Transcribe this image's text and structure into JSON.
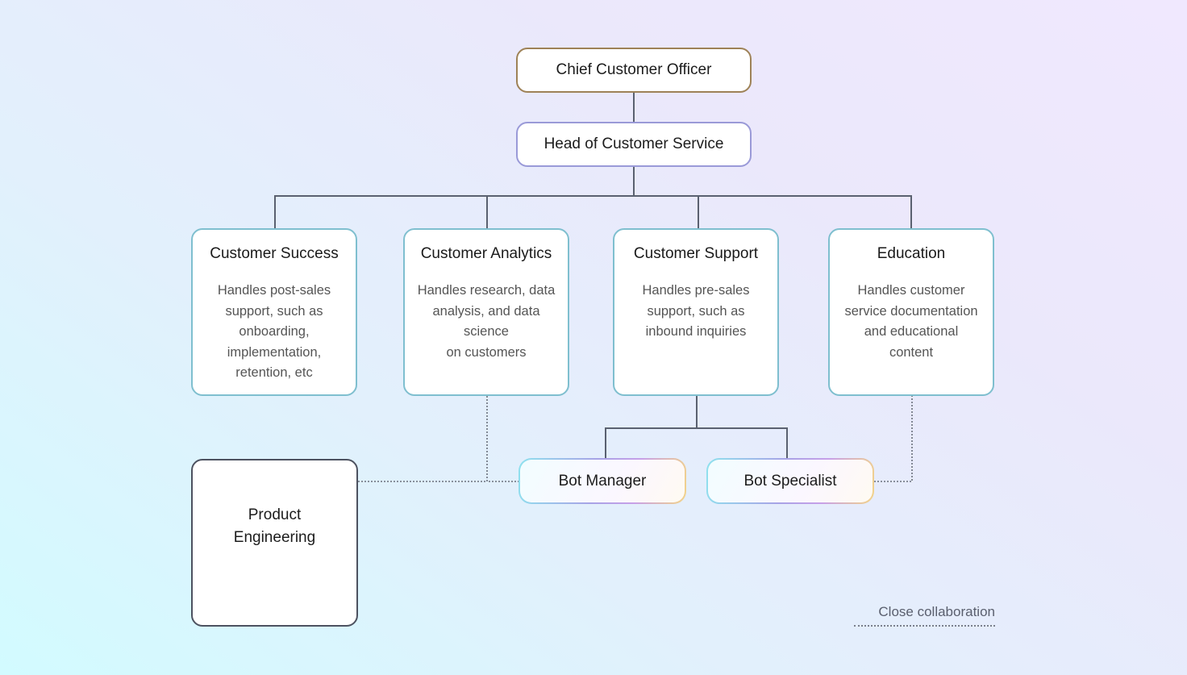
{
  "diagram": {
    "type": "org-chart",
    "colors": {
      "connector": "#5a6170",
      "ceo_border": "#9e8257",
      "head_border": "#9a9ad8",
      "dept_border": "#7fbfcf",
      "product_border": "#4d5260"
    },
    "nodes": {
      "ceo": {
        "label": "Chief Customer Officer"
      },
      "head": {
        "label": "Head of Customer Service"
      },
      "departments": [
        {
          "title": "Customer Success",
          "description": "Handles post-sales\nsupport, such as\nonboarding,\nimplementation,\nretention, etc"
        },
        {
          "title": "Customer Analytics",
          "description": "Handles research, data\nanalysis, and data\nscience\non customers"
        },
        {
          "title": "Customer Support",
          "description": "Handles pre-sales\nsupport, such as\ninbound inquiries"
        },
        {
          "title": "Education",
          "description": "Handles customer\nservice documentation\nand educational\ncontent"
        }
      ],
      "bots": [
        {
          "label": "Bot Manager"
        },
        {
          "label": "Bot Specialist"
        }
      ],
      "product": {
        "label": "Product\nEngineering"
      }
    },
    "edges": [
      {
        "from": "Chief Customer Officer",
        "to": "Head of Customer Service",
        "style": "solid"
      },
      {
        "from": "Head of Customer Service",
        "to": "Customer Success",
        "style": "solid"
      },
      {
        "from": "Head of Customer Service",
        "to": "Customer Analytics",
        "style": "solid"
      },
      {
        "from": "Head of Customer Service",
        "to": "Customer Support",
        "style": "solid"
      },
      {
        "from": "Head of Customer Service",
        "to": "Education",
        "style": "solid"
      },
      {
        "from": "Customer Support",
        "to": "Bot Manager",
        "style": "solid"
      },
      {
        "from": "Customer Support",
        "to": "Bot Specialist",
        "style": "solid"
      },
      {
        "from": "Customer Analytics",
        "to": "Bot Manager",
        "style": "dotted"
      },
      {
        "from": "Product Engineering",
        "to": "Bot Manager",
        "style": "dotted"
      },
      {
        "from": "Education",
        "to": "Bot Specialist",
        "style": "dotted"
      }
    ],
    "legend": {
      "dotted_label": "Close collaboration"
    }
  }
}
